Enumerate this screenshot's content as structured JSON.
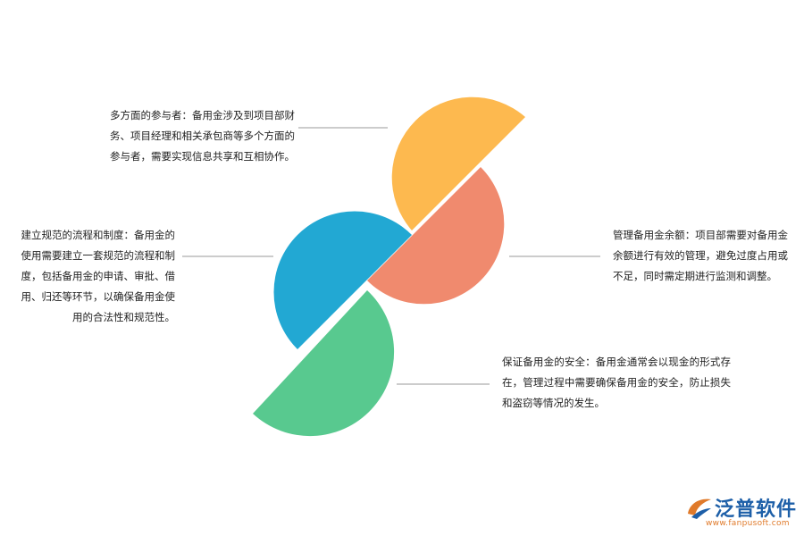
{
  "items": {
    "participants": "多方面的参与者：备用金涉及到项目部财务、项目经理和相关承包商等多个方面的参与者，需要实现信息共享和互相协作。",
    "process": "建立规范的流程和制度：备用金的使用需要建立一套规范的流程和制度，包括备用金的申请、审批、借用、归还等环节，以确保备用金使用的合法性和规范性。",
    "balance": "管理备用金余额：项目部需要对备用金余额进行有效的管理，避免过度占用或不足，同时需定期进行监测和调整。",
    "security": "保证备用金的安全：备用金通常会以现金的形式存在，管理过程中需要确保备用金的安全，防止损失和盗窃等情况的发生。"
  },
  "colors": {
    "yellow": "#fdb94f",
    "salmon": "#f08a6e",
    "blue": "#22a8d3",
    "green": "#58c98f"
  },
  "logo": {
    "name": "泛普软件",
    "url": "www.fanpusoft.com"
  }
}
